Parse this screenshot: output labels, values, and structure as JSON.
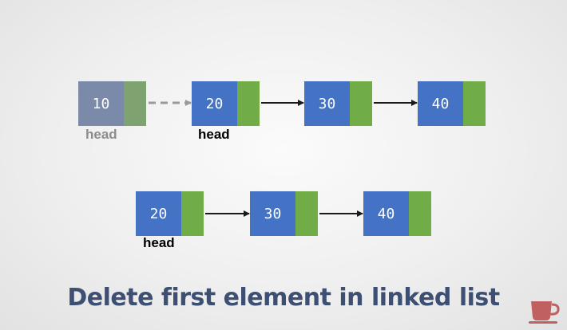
{
  "colors": {
    "value_box": "#4472c4",
    "pointer_box": "#70ad47",
    "removed_value_box": "#7b8aa8",
    "removed_pointer_box": "#7ea370",
    "arrow": "#1a1a1a",
    "removed_arrow": "#9a9a9a",
    "title": "#3d4f73",
    "cup": "#c06060"
  },
  "before": {
    "removed_node": {
      "value": "10"
    },
    "old_head_label": "head",
    "nodes": [
      {
        "value": "20"
      },
      {
        "value": "30"
      },
      {
        "value": "40"
      }
    ],
    "head_label": "head"
  },
  "after": {
    "nodes": [
      {
        "value": "20"
      },
      {
        "value": "30"
      },
      {
        "value": "40"
      }
    ],
    "head_label": "head"
  },
  "title": "Delete first element in linked list",
  "logo": {
    "icon": "coffee-cup-icon"
  }
}
